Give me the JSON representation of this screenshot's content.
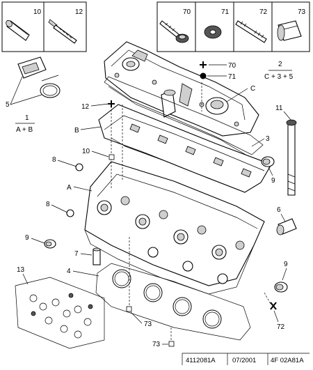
{
  "inset_boxes": [
    {
      "number": "10",
      "icon": "plug-icon"
    },
    {
      "number": "12",
      "icon": "bolt-icon"
    },
    {
      "number": "70",
      "icon": "screw-icon"
    },
    {
      "number": "71",
      "icon": "washer-icon"
    },
    {
      "number": "72",
      "icon": "stud-icon"
    },
    {
      "number": "73",
      "icon": "sleeve-icon"
    }
  ],
  "callouts": {
    "c5": "5",
    "c1": "1",
    "c1_formula": "A + B",
    "c2": "2",
    "c2_formula": "C + 3 + 5",
    "c12": "12",
    "c70": "70",
    "c71": "71",
    "cC": "C",
    "cB": "B",
    "c11": "11",
    "c3": "3",
    "c10": "10",
    "c8a": "8",
    "c9a": "9",
    "cA": "A",
    "c8b": "8",
    "c6": "6",
    "c9b": "9",
    "c7": "7",
    "c4": "4",
    "c13": "13",
    "c9c": "9",
    "c73a": "73",
    "c72": "72",
    "c73b": "73"
  },
  "footer": {
    "ref": "4112081A",
    "date": "07/2001",
    "code": "4F 02A81A"
  }
}
